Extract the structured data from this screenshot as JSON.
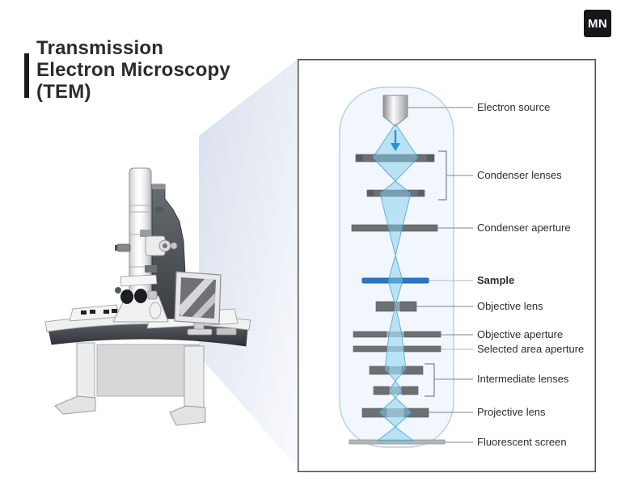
{
  "title": {
    "line1": "Transmission",
    "line2": "Electron Microscopy",
    "line3": "(TEM)"
  },
  "brand": {
    "logo_text": "MN"
  },
  "figure": {
    "machine_caption": "Transmission electron microscope instrument with control desk and monitor",
    "labels": [
      {
        "text": "Electron source"
      },
      {
        "text": "Condenser lenses"
      },
      {
        "text": "Condenser aperture"
      },
      {
        "text": "Sample"
      },
      {
        "text": "Objective lens"
      },
      {
        "text": "Objective aperture"
      },
      {
        "text": "Selected area aperture"
      },
      {
        "text": "Intermediate lenses"
      },
      {
        "text": "Projective lens"
      },
      {
        "text": "Fluorescent screen"
      }
    ],
    "colors": {
      "beam": "#82cdee",
      "beam_outline": "#409ed2",
      "arrow_accent": "#2c93cf",
      "sample_bar": "#2478c9",
      "lens_bar": "#6d7073",
      "aperture_gap": "#aaadb0",
      "fluorescent_screen": "#b2b6b9",
      "capsule_fill": "#f1f7fc",
      "capsule_border": "#b5d2e4",
      "panel_border": "#4c4e52",
      "badge_bg": "#15171a"
    }
  }
}
